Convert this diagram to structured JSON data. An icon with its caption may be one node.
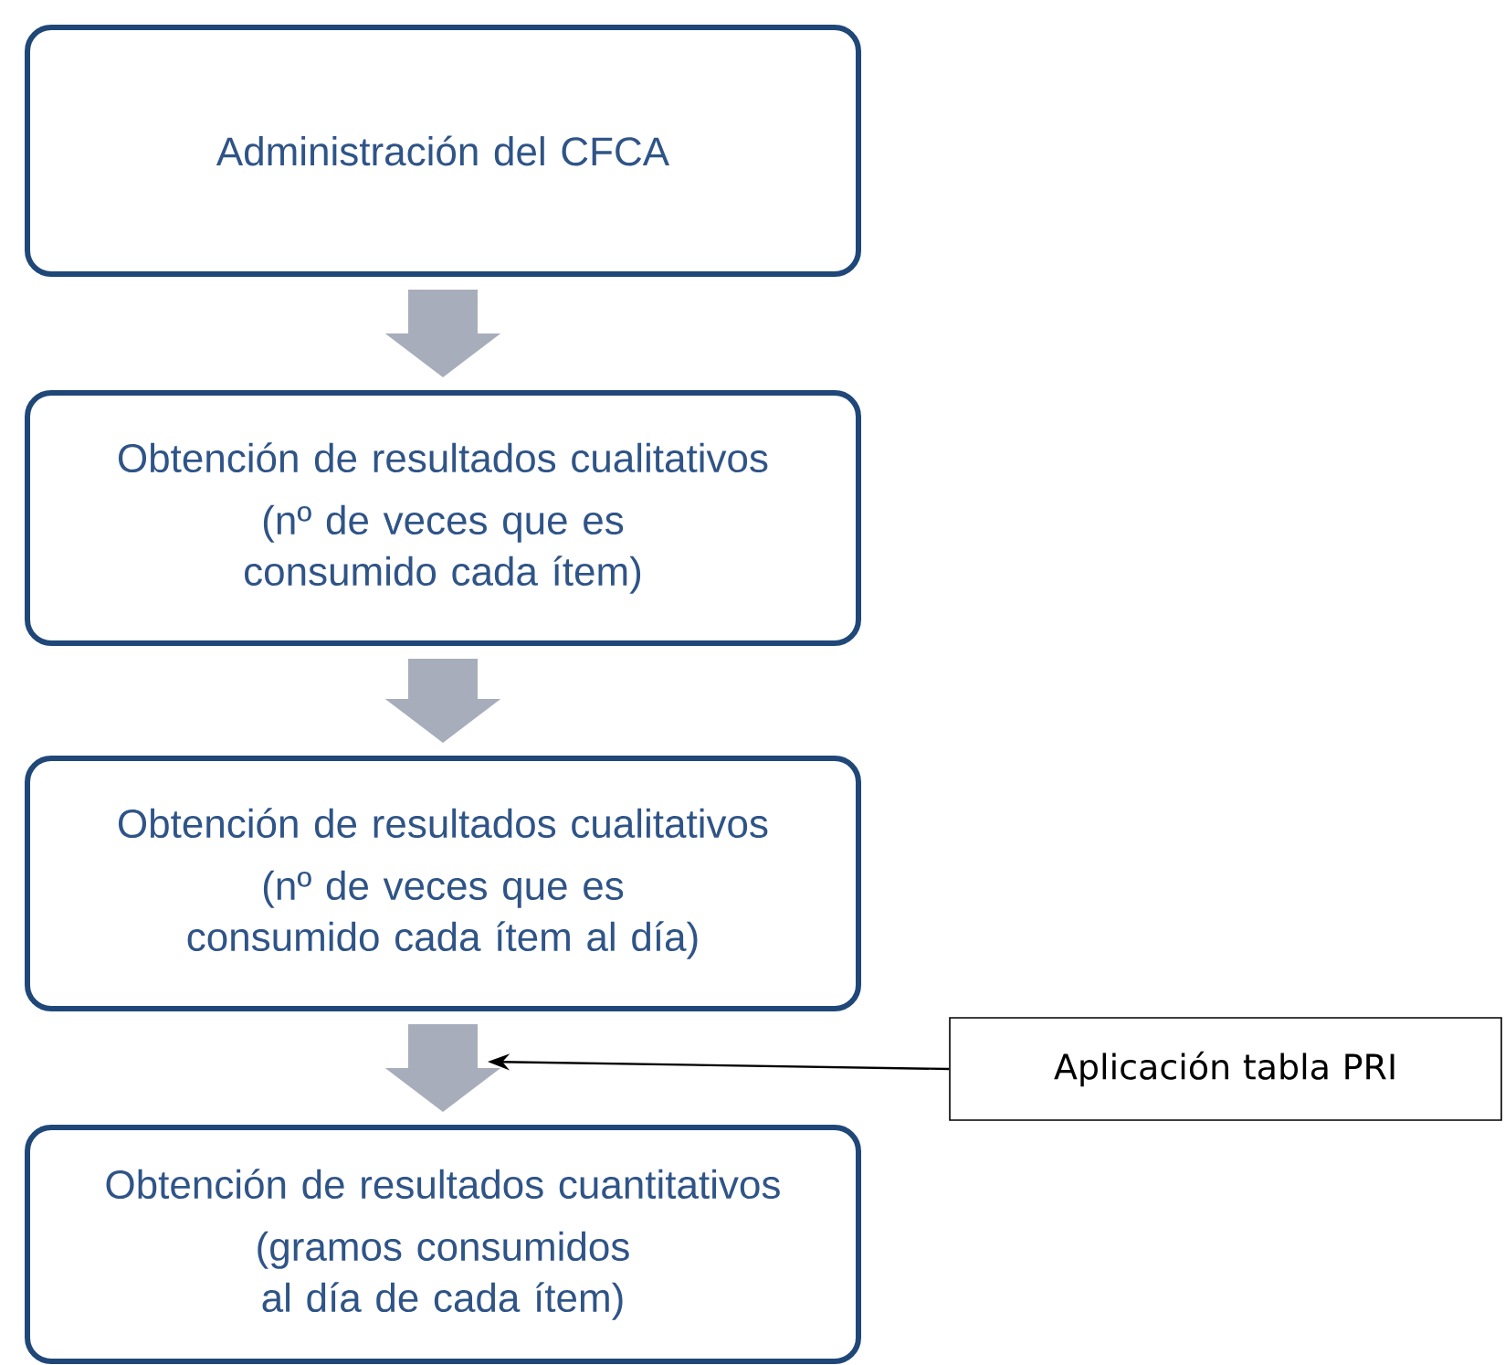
{
  "diagram": {
    "nodes": [
      {
        "text": [
          "Administración del CFCA"
        ]
      },
      {
        "text": [
          "Obtención de resultados cualitativos",
          "(nº de veces que es consumido cada ítem)"
        ]
      },
      {
        "text": [
          "Obtención de resultados cualitativos",
          "(nº de veces que es consumido cada ítem al día)"
        ]
      },
      {
        "text": [
          "Obtención de resultados cuantitativos",
          "(gramos consumidos al día de cada ítem)"
        ]
      },
      {
        "text": [
          "Aplicación tabla PRI"
        ]
      }
    ],
    "edges": [
      {
        "from": 0,
        "to": 1,
        "arrow": "to"
      },
      {
        "from": 1,
        "to": 2,
        "arrow": "to"
      },
      {
        "from": 2,
        "to": 3,
        "arrow": "to"
      },
      {
        "from": 4,
        "to": null,
        "arrow": "to",
        "color": "#000000"
      }
    ]
  }
}
